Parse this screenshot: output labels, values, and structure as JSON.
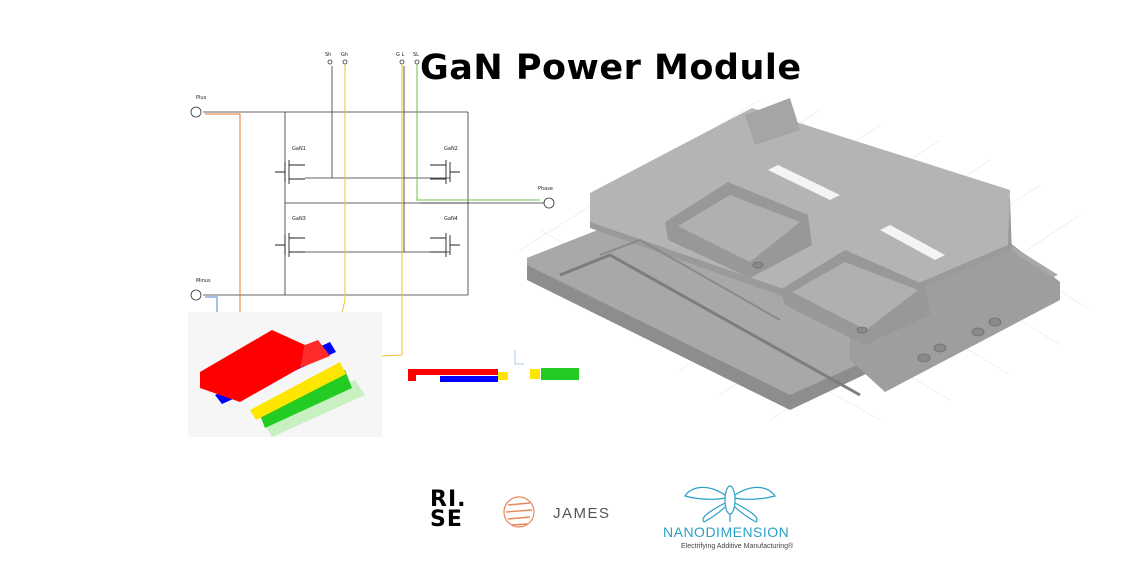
{
  "title": "GaN Power Module",
  "schematic": {
    "terminals": {
      "sh": "Sh",
      "gh": "Gh",
      "gl": "G L",
      "sl": "SL",
      "plus": "Plus",
      "minus": "Minus",
      "phase": "Phase"
    },
    "transistors": [
      "GaN1",
      "GaN2",
      "GaN3",
      "GaN4"
    ]
  },
  "colors": {
    "plus_line": "#e6732a",
    "minus_line": "#5a7fd6",
    "gate_line": "#f2c12e",
    "source_line": "#6cc24a",
    "red_layer": "#ff0000",
    "blue_layer": "#0000ff",
    "yellow_layer": "#ffe600",
    "green_layer": "#22cc22",
    "module_gray": "#a0a0a0"
  },
  "logos": {
    "rise": {
      "line1": "RI.",
      "line2": "SE"
    },
    "james": {
      "name": "JAMES"
    },
    "nano": {
      "name": "NANODIMENSION",
      "tagline": "Electrifying Additive Manufacturing®"
    }
  }
}
